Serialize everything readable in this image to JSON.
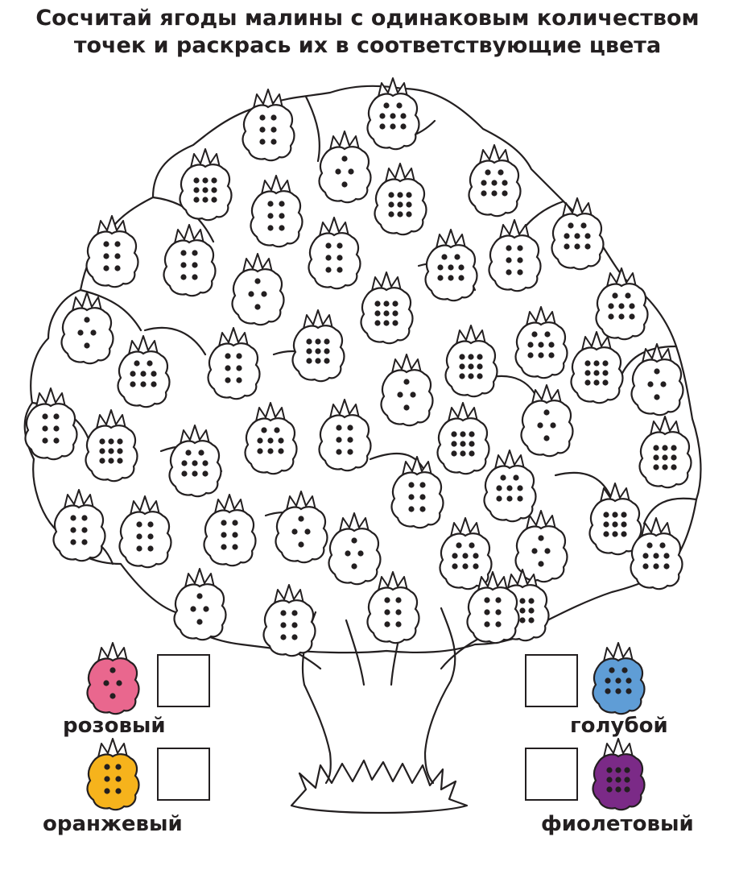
{
  "title": {
    "line1": "Сосчитай ягоды малины с одинаковым количеством",
    "line2": "точек и раскрась их в соответствующие цвета"
  },
  "legend": [
    {
      "label": "розовый",
      "color": "#e9678e",
      "dots": 4
    },
    {
      "label": "голубой",
      "color": "#5f9dd6",
      "dots": 8
    },
    {
      "label": "оранжевый",
      "color": "#f6b31c",
      "dots": 6
    },
    {
      "label": "фиолетовый",
      "color": "#7b2a87",
      "dots": 9
    }
  ],
  "colors": {
    "outline": "#231f20",
    "background": "#ffffff"
  },
  "berries": [
    {
      "dots": 6
    },
    {
      "dots": 8
    },
    {
      "dots": 4
    },
    {
      "dots": 8
    },
    {
      "dots": 9
    },
    {
      "dots": 6
    },
    {
      "dots": 9
    },
    {
      "dots": 8
    },
    {
      "dots": 6
    },
    {
      "dots": 6
    },
    {
      "dots": 4
    },
    {
      "dots": 6
    },
    {
      "dots": 8
    },
    {
      "dots": 6
    },
    {
      "dots": 8
    },
    {
      "dots": 9
    },
    {
      "dots": 4
    },
    {
      "dots": 9
    },
    {
      "dots": 8
    },
    {
      "dots": 6
    },
    {
      "dots": 8
    },
    {
      "dots": 4
    },
    {
      "dots": 9
    },
    {
      "dots": 4
    },
    {
      "dots": 9
    },
    {
      "dots": 6
    },
    {
      "dots": 9
    },
    {
      "dots": 4
    },
    {
      "dots": 8
    },
    {
      "dots": 6
    },
    {
      "dots": 9
    },
    {
      "dots": 8
    },
    {
      "dots": 9
    },
    {
      "dots": 8
    },
    {
      "dots": 6
    },
    {
      "dots": 6
    },
    {
      "dots": 6
    },
    {
      "dots": 6
    },
    {
      "dots": 4
    },
    {
      "dots": 4
    },
    {
      "dots": 8
    },
    {
      "dots": 4
    },
    {
      "dots": 9
    },
    {
      "dots": 8
    },
    {
      "dots": 4
    },
    {
      "dots": 6
    },
    {
      "dots": 6
    },
    {
      "dots": 9
    },
    {
      "dots": 6
    },
    {
      "dots": 8
    }
  ]
}
